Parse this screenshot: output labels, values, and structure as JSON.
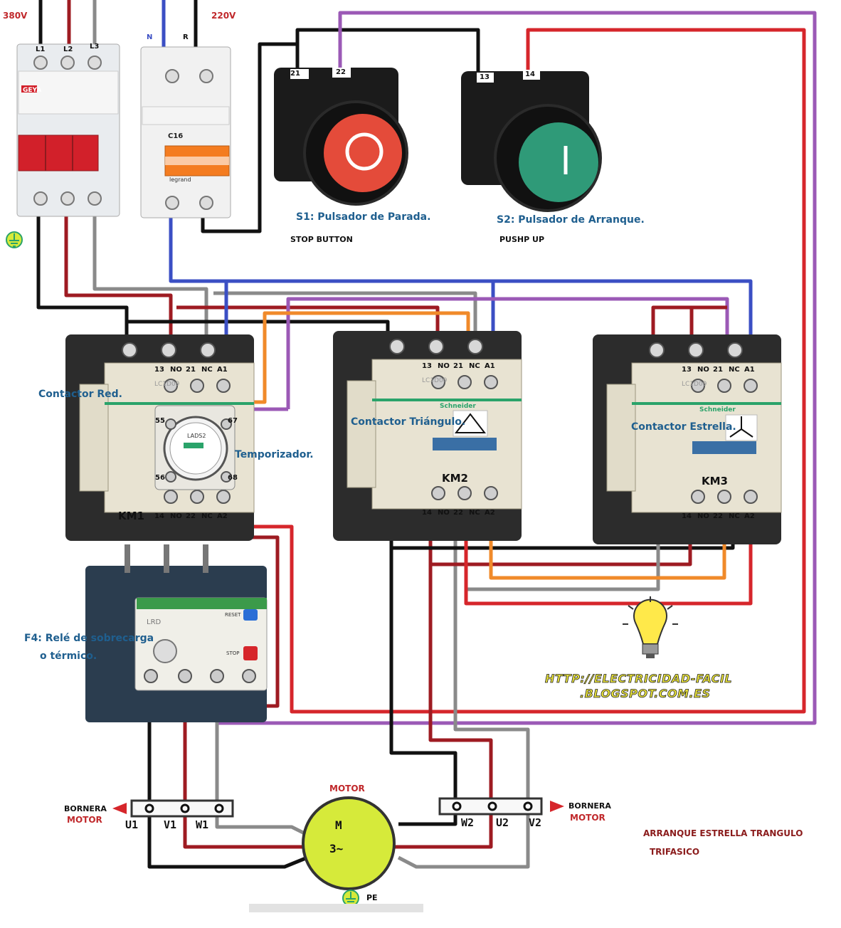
{
  "supply": {
    "v380": "380V",
    "v220": "220V",
    "l1": "L1",
    "l2": "L2",
    "l3": "L3",
    "n": "N",
    "r": "R",
    "c16": "C16",
    "geya": "GEYA",
    "legrand": "legrand"
  },
  "buttons": {
    "stop_title": "S1: Pulsador de Parada.",
    "stop_sub": "STOP BUTTON",
    "start_title": "S2: Pulsador  de Arranque.",
    "start_sub": "PUSHP UP",
    "stop_t1": "21",
    "stop_t2": "22",
    "start_t1": "13",
    "start_t2": "14"
  },
  "contactors": {
    "red": {
      "caption": "Contactor Red.",
      "tag": "KM1"
    },
    "triangle": {
      "caption": "Contactor  Triángulo.",
      "tag": "KM2"
    },
    "star": {
      "caption": "Contactor Estrella.",
      "tag": "KM3"
    },
    "model": "LC1D09",
    "top_terms": [
      "13",
      "NO",
      "21",
      "NC",
      "A1"
    ],
    "bottom_terms": [
      "14",
      "NO",
      "22",
      "NC",
      "A2"
    ],
    "brand": "Schneider"
  },
  "timer": {
    "caption": "Temporizador.",
    "t55": "55",
    "t56": "56",
    "t67": "67",
    "t68": "68",
    "model": "LADS2"
  },
  "relay": {
    "caption_line1": "F4: Relé de sobrecarga",
    "caption_line2": "o térmico.",
    "reset": "RESET",
    "stop": "STOP",
    "model": "LRD"
  },
  "motor": {
    "title": "MOTOR",
    "symbol_m": "M",
    "symbol_3": "3~",
    "pe": "PE",
    "bornera_left_1": "BORNERA",
    "bornera_left_2": "MOTOR",
    "bornera_right_1": "BORNERA",
    "bornera_right_2": "MOTOR",
    "u1": "U1",
    "v1": "V1",
    "w1": "W1",
    "w2": "W2",
    "u2": "U2",
    "v2": "V2"
  },
  "footer": {
    "title_line1": "ARRANQUE ESTRELLA TRANGULO",
    "title_line2": "TRIFASICO",
    "url_line1": "HTTP://ELECTRICIDAD-FACIL",
    "url_line2": ".BLOGSPOT.COM.ES"
  },
  "colors": {
    "black": "#111111",
    "red": "#9e1b22",
    "brightred": "#d6262b",
    "gray": "#8a8a8a",
    "blue": "#3b4fc4",
    "purple": "#9b59b6",
    "orange": "#f08a2a",
    "green": "#2aa36a",
    "yellowgreen": "#d6ea3a"
  }
}
